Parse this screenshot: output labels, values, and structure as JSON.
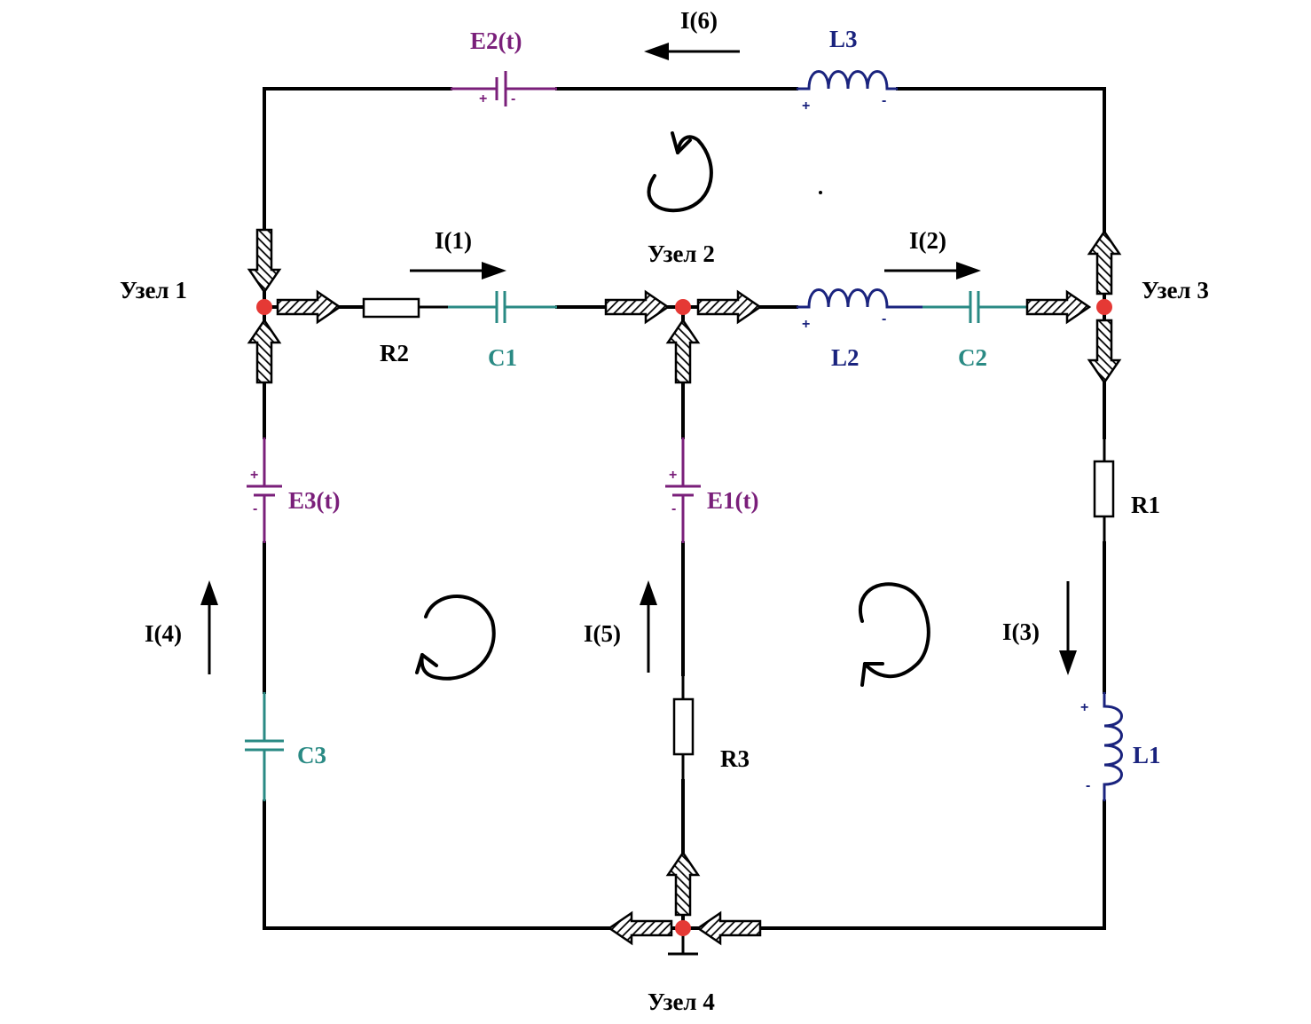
{
  "colors": {
    "wire": "#000000",
    "source": "#7a1f7a",
    "capacitor": "#2a8a84",
    "inductor": "#1a237e",
    "resistor": "#000000",
    "node": "#e53935"
  },
  "nodes": {
    "n1": "Узел 1",
    "n2": "Узел 2",
    "n3": "Узел 3",
    "n4": "Узел 4"
  },
  "components": {
    "e1": "E1(t)",
    "e2": "E2(t)",
    "e3": "E3(t)",
    "r1": "R1",
    "r2": "R2",
    "r3": "R3",
    "c1": "C1",
    "c2": "C2",
    "c3": "C3",
    "l1": "L1",
    "l2": "L2",
    "l3": "L3"
  },
  "currents": {
    "i1": "I(1)",
    "i2": "I(2)",
    "i3": "I(3)",
    "i4": "I(4)",
    "i5": "I(5)",
    "i6": "I(6)"
  },
  "signs": {
    "plus": "+",
    "minus": "-"
  }
}
